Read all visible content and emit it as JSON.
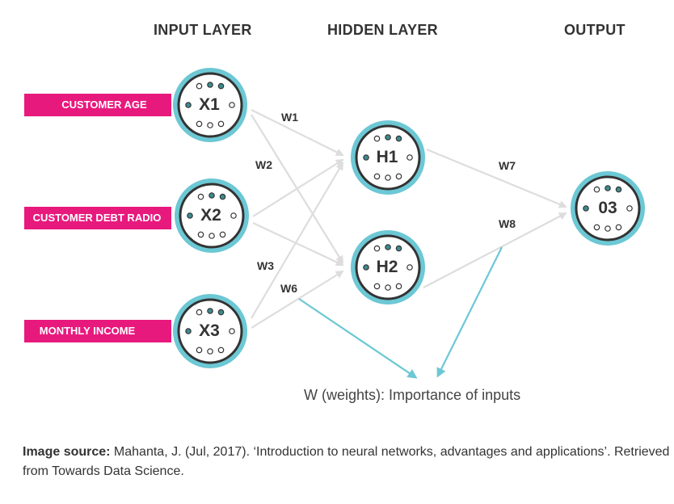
{
  "layers": {
    "input": "INPUT LAYER",
    "hidden": "HIDDEN LAYER",
    "output": "OUTPUT"
  },
  "inputs": [
    {
      "id": "X1",
      "label": "CUSTOMER AGE"
    },
    {
      "id": "X2",
      "label": "CUSTOMER DEBT RADIO"
    },
    {
      "id": "X3",
      "label": "MONTHLY INCOME"
    }
  ],
  "hidden_nodes": [
    "H1",
    "H2"
  ],
  "output_node": "03",
  "weights": {
    "w1": "W1",
    "w2": "W2",
    "w3": "W3",
    "w6": "W6",
    "w7": "W7",
    "w8": "W8"
  },
  "annotation": "W (weights): Importance of inputs",
  "caption": {
    "bold": "Image source:",
    "text": " Mahanta, J. (Jul, 2017). ‘Introduction to neural networks, advantages and applications’. Retrieved from Towards Data Science."
  },
  "colors": {
    "label_bg": "#e8197d",
    "node_ring": "#6cc8d4",
    "dot_teal": "#3d8b8f",
    "arrow_gray": "#dddddd",
    "arrow_teal": "#6cc8d4"
  }
}
